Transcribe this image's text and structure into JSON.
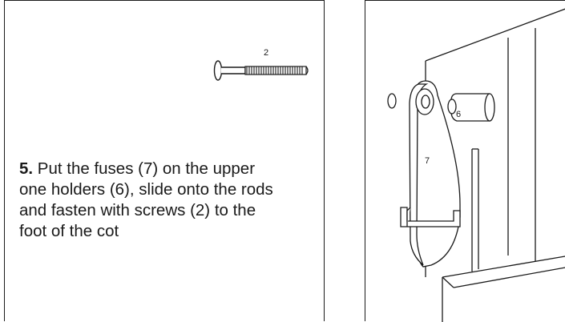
{
  "step": {
    "number": "5.",
    "text": " Put the fuses (7) on the upper one holders (6), slide onto the rods and fasten with screws (2) to the foot of the cot"
  },
  "callouts": {
    "screw": "2",
    "holder": "6",
    "fuse": "7"
  }
}
